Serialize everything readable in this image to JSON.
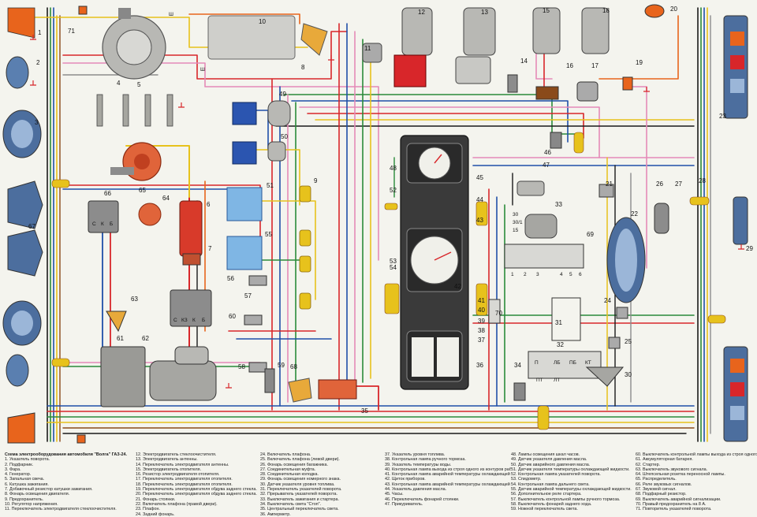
{
  "diagram": {
    "title": "Схема электрооборудования автомобиля \"Волга\" ГАЗ-24.",
    "component_numbers": [
      "1",
      "2",
      "3",
      "4",
      "5",
      "6",
      "7",
      "8",
      "9",
      "10",
      "11",
      "12",
      "13",
      "14",
      "15",
      "16",
      "17",
      "18",
      "19",
      "20",
      "21",
      "22",
      "23",
      "24",
      "25",
      "26",
      "27",
      "28",
      "29",
      "30",
      "31",
      "32",
      "33",
      "34",
      "35",
      "36",
      "37",
      "38",
      "39",
      "40",
      "41",
      "42",
      "43",
      "44",
      "45",
      "46",
      "47",
      "48",
      "49",
      "50",
      "51",
      "52",
      "53",
      "54",
      "55",
      "56",
      "57",
      "58",
      "59",
      "60",
      "61",
      "62",
      "63",
      "64",
      "65",
      "66",
      "67",
      "68",
      "69",
      "70",
      "71"
    ],
    "terminal_labels": {
      "relay66": [
        "С",
        "К",
        "Б"
      ],
      "regulator56": [
        "С",
        "КЗ",
        "К",
        "Б"
      ],
      "fuse69": [
        "1",
        "2",
        "3",
        "4",
        "5",
        "6"
      ],
      "switch32": [
        "П",
        "ЛБ",
        "ПБ",
        "КТ",
        "ПТ",
        "ЛТ"
      ],
      "ignition33": [
        "30",
        "30/1",
        "15"
      ],
      "generator": [
        "Ш",
        "Ш"
      ]
    },
    "wire_colors": {
      "red": "#d8262a",
      "blue": "#1f4fa8",
      "yellow": "#e7c21c",
      "green": "#2a8a3a",
      "black": "#1a1a1a",
      "brown": "#8a4a1a",
      "pink": "#e48ab8",
      "grey": "#8c8c8c",
      "white": "#ffffff",
      "orange": "#e8641c"
    }
  },
  "legend": {
    "col1": [
      "1. Указатель поворота.",
      "2. Подфарник.",
      "3. Фара.",
      "4. Генератор.",
      "5. Запальная свеча.",
      "6. Катушка зажигания.",
      "7. Добавочный резистор катушки зажигания.",
      "8. Фонарь освещения двигателя.",
      "9. Предохранитель.",
      "10. Регулятор напряжения.",
      "11. Переключатель электродвигателя стеклоочистителя."
    ],
    "col2": [
      "12. Электродвигатель стеклоочистителя.",
      "13. Электродвигатель антенны.",
      "14. Переключатель электродвигателя антенны.",
      "15. Электродвигатель отопителя.",
      "16. Резистор электродвигателя отопителя.",
      "17. Переключатель электродвигателя отопителя.",
      "18. Переключатель электродвигателя отопителя.",
      "19. Переключатель электродвигателя обдува заднего стекла.",
      "20. Переключатель электродвигателя обдува заднего стекла.",
      "21. Фонарь стоянки.",
      "22. Включатель плафона (правой двери).",
      "23. Плафон.",
      "24. Задний фонарь."
    ],
    "col3": [
      "24. Включатель плафона.",
      "25. Включатель плафона (левой двери).",
      "26. Фонарь освещения багажника.",
      "27. Соединительная муфта.",
      "28. Соединительная колодка.",
      "29. Фонарь освещения номерного знака.",
      "30. Датчик указателя уровня топлива.",
      "31. Переключатель указателей поворота.",
      "32. Прерыватель указателей поворота.",
      "33. Выключатель зажигания и стартера.",
      "34. Выключатель света \"Стоп\".",
      "35. Центральный переключатель света.",
      "36. Амперметр."
    ],
    "col4": [
      "37. Указатель уровня топлива.",
      "38. Контрольная лампа ручного тормоза.",
      "39. Указатель температуры воды.",
      "40. Контрольная лампа выхода из строя одного из контуров рабочего тормоза.",
      "41. Контрольная лампа аварийной температуры охлаждающей жидкости.",
      "42. Щиток приборов.",
      "43. Контрольная лампа аварийной температуры охлаждающей жидкости.",
      "44. Указатель давления масла.",
      "45. Часы.",
      "46. Переключатель фонарей стоянки.",
      "47. Прикуриватель."
    ],
    "col5": [
      "48. Лампы освещения шкал часов.",
      "49. Датчик указателя давления масла.",
      "50. Датчик аварийного давления масла.",
      "51. Датчик указателя температуры охлаждающей жидкости.",
      "52. Контрольная лампа указателей поворота.",
      "53. Спидометр.",
      "54. Контрольная лампа дальнего света.",
      "55. Датчик аварийной температуры охлаждающей жидкости.",
      "56. Дополнительное реле стартера.",
      "57. Выключатель контрольной лампы ручного тормоза.",
      "58. Выключатель фонарей заднего хода.",
      "59. Ножной переключатель света."
    ],
    "col6": [
      "60. Выключатель контрольной лампы выхода из строя одного из контуров рабочего тормоза.",
      "61. Аккумуляторная батарея.",
      "62. Стартер.",
      "63. Выключатель звукового сигнала.",
      "64. Штепсельная розетка переносной лампы.",
      "65. Распределитель.",
      "66. Реле звуковых сигналов.",
      "67. Звуковой сигнал.",
      "68. Подфарный резистор.",
      "69. Выключатель аварийной сигнализации.",
      "70. Правый предохранитель на 8 А.",
      "71. Повторитель указателей поворота."
    ]
  }
}
